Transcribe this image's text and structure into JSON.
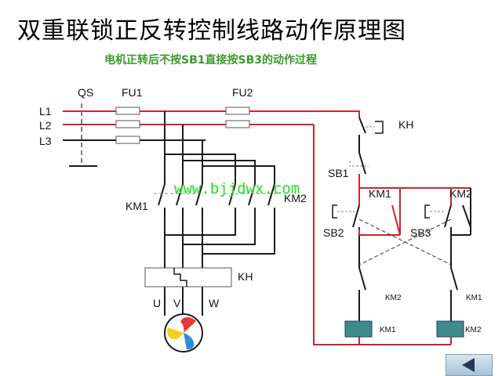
{
  "title": "双重联锁正反转控制线路动作原理图",
  "subtitle": "电机正转后不按SB1直接按SB3的动作过程",
  "watermark": "www.bjjdwx.com",
  "labels": {
    "qs": "QS",
    "fu1": "FU1",
    "fu2": "FU2",
    "l1": "L1",
    "l2": "L2",
    "l3": "L3",
    "km1_main": "KM1",
    "km2_main": "KM2",
    "kh_main": "KH",
    "u": "U",
    "v": "V",
    "w": "W",
    "kh_ctrl": "KH",
    "sb1": "SB1",
    "sb2": "SB2",
    "sb3": "SB3",
    "km1_hold": "KM1",
    "km2_hold": "KM2",
    "km2_interlock": "KM2",
    "km1_interlock": "KM1",
    "km1_coil": "KM1",
    "km2_coil": "KM2"
  },
  "colors": {
    "energized": "#c8262a",
    "wire": "#1a1a1a",
    "title_green": "#3a9a2a",
    "watermark": "#22e022"
  },
  "nav": {
    "icon": "left-triangle-icon"
  }
}
